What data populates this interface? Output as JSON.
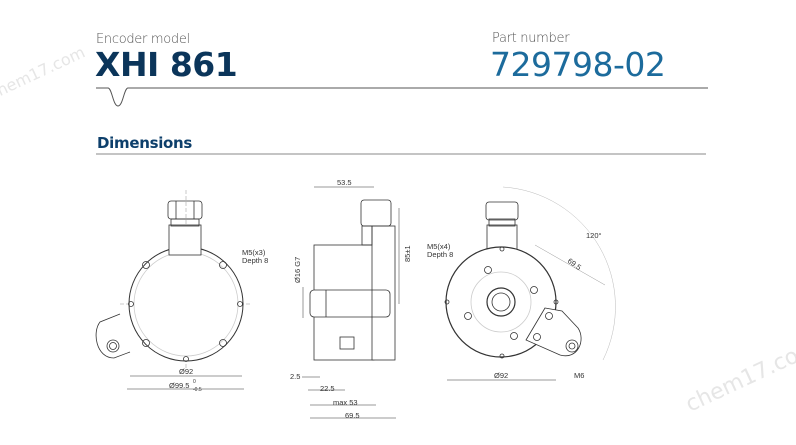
{
  "header": {
    "model_label": "Encoder model",
    "model": "XHI 861",
    "part_label": "Part number",
    "part": "729798-02"
  },
  "section": {
    "title": "Dimensions"
  },
  "watermark": "chem17.com",
  "colors": {
    "model": "#0b355a",
    "part": "#1c6b9c",
    "section": "#0d3f6b"
  },
  "drawing": {
    "front": {
      "holes_note": "M5(x3)",
      "depth_note": "Depth 8",
      "dia1": "Ø92",
      "dia2": "Ø99.5",
      "dia2_tol_upper": "0",
      "dia2_tol_lower": "-0.5"
    },
    "side": {
      "top": "53.5",
      "bore": "Ø16 G7",
      "height": "85±1",
      "d1": "2.5",
      "d2": "22.5",
      "d3": "max 53",
      "d4": "69.5"
    },
    "rear": {
      "holes_note": "M5(x4)",
      "depth_note": "Depth 8",
      "angle": "120°",
      "radius": "69.5",
      "dia": "Ø92",
      "thread": "M6"
    }
  }
}
